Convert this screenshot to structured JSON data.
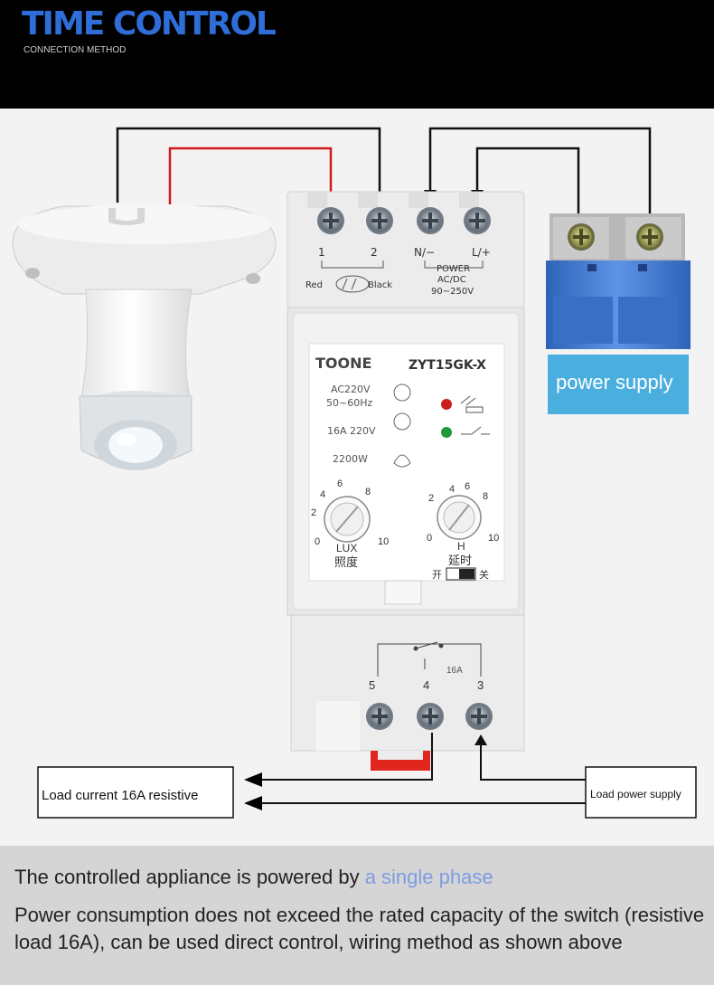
{
  "header": {
    "title": "TIME CONTROL",
    "subtitle": "CONNECTION METHOD",
    "title_color": "#2f6ed8"
  },
  "device": {
    "brand": "TOONE",
    "model": "ZYT15GK-X",
    "spec_voltage": "AC220V",
    "spec_freq": "50~60Hz",
    "spec_current": "16A 220V",
    "spec_power": "2200W",
    "top_terminals": {
      "t1": "1",
      "t2": "2",
      "n": "N/−",
      "l": "L/+",
      "red": "Red",
      "black": "Black",
      "power_title": "POWER",
      "power_type": "AC/DC",
      "power_range": "90∼250V"
    },
    "lux_knob": {
      "label": "LUX",
      "label_cn": "照度",
      "ticks": [
        "0",
        "2",
        "4",
        "6",
        "8",
        "10"
      ]
    },
    "delay_knob": {
      "label": "H",
      "label_cn": "延时",
      "ticks": [
        "0",
        "2",
        "4",
        "6",
        "8",
        "10"
      ]
    },
    "switch": {
      "on": "开",
      "off": "关"
    },
    "bottom_terminals": {
      "t5": "5",
      "t4": "4",
      "t3": "3",
      "rating": "16A"
    },
    "led_red": "#c81e1e",
    "led_green": "#1f9a3a"
  },
  "power_supply": {
    "label": "power supply",
    "color": "#4aaede"
  },
  "boxes": {
    "load": "Load current 16A resistive",
    "supply": "Load power supply"
  },
  "footer": {
    "line1_prefix": "The controlled appliance is powered by ",
    "line1_accent": "a single phase",
    "paragraph": "Power consumption does not exceed the rated capacity of the switch (resistive load 16A), can be used direct control, wiring method as shown above"
  }
}
